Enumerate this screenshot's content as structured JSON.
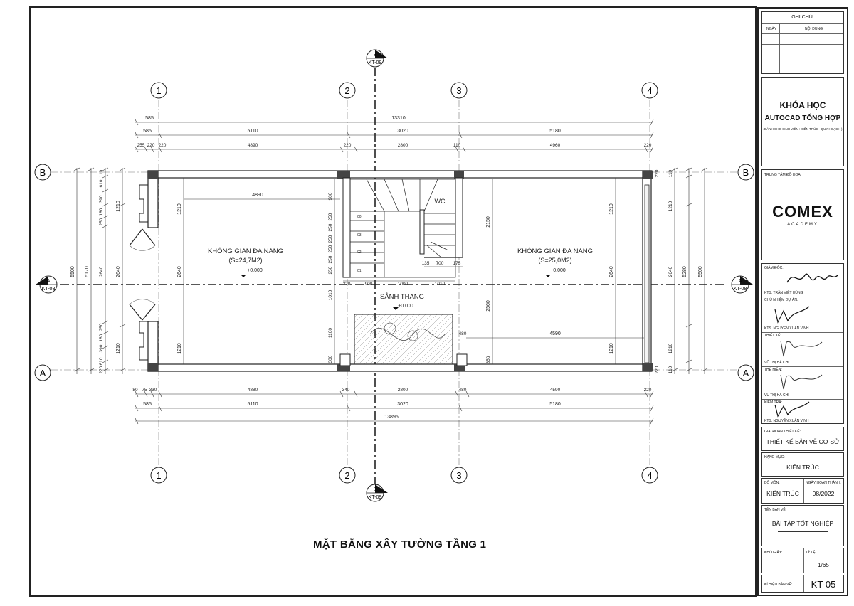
{
  "drawing": {
    "title": "MẶT BẰNG XÂY TƯỜNG TẦNG 1",
    "grid_cols": [
      "1",
      "2",
      "3",
      "4"
    ],
    "grid_rows": [
      "B",
      "A"
    ],
    "section_b": {
      "letter": "B",
      "sheet": "KT-09"
    },
    "section_a": {
      "letter": "A",
      "sheet": "KT-08"
    },
    "dims_top": {
      "overall": "13310",
      "left_offset": "585",
      "row2": [
        "585",
        "5110",
        "3020",
        "5180"
      ],
      "row3": [
        "255",
        "220",
        "220",
        "4890",
        "220",
        "2800",
        "110",
        "4960",
        "220"
      ]
    },
    "dims_bottom": {
      "row1": [
        "80",
        "75",
        "330",
        "4880",
        "340",
        "2800",
        "480",
        "4590",
        "220"
      ],
      "row2": [
        "585",
        "5110",
        "3020",
        "5180"
      ],
      "overall": "13895"
    },
    "dims_left": {
      "outer": "5500",
      "mid": "5170",
      "col1": [
        "110",
        "610",
        "390",
        "180",
        "250",
        "2640",
        "250",
        "180",
        "390",
        "610",
        "220"
      ],
      "col2": [
        "1210",
        "2640",
        "1210"
      ]
    },
    "dims_right": {
      "outer": "5500",
      "mid": "5280",
      "col1": [
        "110",
        "1210",
        "2640",
        "1210",
        "110"
      ],
      "col2": [
        "220",
        "220"
      ]
    },
    "inner_dims": {
      "room1_width": "4890",
      "room1_h1": "1210",
      "room1_h2": "2640",
      "room1_h3": "1210",
      "stair_left": [
        "900",
        "250",
        "250",
        "250",
        "250",
        "250",
        "250"
      ],
      "stair_below": [
        "1010",
        "1100",
        "300"
      ],
      "stair_bottom": [
        "220",
        "900",
        "1000",
        "1010"
      ],
      "wc_dims": [
        "135",
        "700",
        "175"
      ],
      "wc_h": "2150",
      "lobby_h": "2560",
      "lobby_h2": "350",
      "room2_h": [
        "1210",
        "2640",
        "1210"
      ],
      "room2_w": "4590",
      "room2_off": "480",
      "steps": [
        "03",
        "02",
        "01",
        "00"
      ]
    },
    "rooms": [
      {
        "name": "KHÔNG GIAN ĐA NĂNG",
        "area": "(S=24,7M2)",
        "level": "+0.000"
      },
      {
        "name": "KHÔNG GIAN ĐA NĂNG",
        "area": "(S=25,0M2)",
        "level": "+0.000"
      },
      {
        "name": "SẢNH THANG",
        "area": "",
        "level": "+0.000"
      },
      {
        "name": "WC",
        "area": "",
        "level": ""
      }
    ]
  },
  "titleblock": {
    "notes_title": "GHI CHÚ:",
    "notes_col1": "NGÀY",
    "notes_col2": "NỘI DUNG",
    "course_line1": "KHÓA HỌC",
    "course_line2": "AUTOCAD TỔNG HỢP",
    "course_line3": "(DÀNH CHO SINH VIÊN : KIẾN TRÚC - QUY HOẠCH )",
    "center_label": "TRUNG TÂM ĐỒ HỌA:",
    "logo_main": "COMEX",
    "logo_sub": "ACADEMY",
    "director_label": "GIÁM ĐỐC:",
    "director_name": "KTS. TRẦN VIỆT HÙNG",
    "pm_label": "CHỦ NHIỆM DỰ ÁN:",
    "pm_name": "KTS. NGUYỄN XUÂN VINH",
    "design_label": "THIẾT KẾ:",
    "design_name": "VŨ THỊ HÀ CHI",
    "draw_label": "THỂ HIỆN:",
    "draw_name": "VŨ THỊ HÀ CHI",
    "check_label": "KIỂM TRA:",
    "check_name": "KTS. NGUYỄN XUÂN VINH",
    "stage_label": "GIAI ĐOẠN THIẾT KẾ:",
    "stage_value": "THIẾT KẾ BẢN VẼ CƠ SỞ",
    "item_label": "HẠNG MỤC:",
    "item_value": "KIẾN TRÚC",
    "dept_label": "BỘ MÔN:",
    "dept_value": "KIẾN TRÚC",
    "date_label": "NGÀY HOÀN THÀNH:",
    "date_value": "08/2022",
    "sheetname_label": "TÊN BẢN VẼ:",
    "sheetname_value": "BÀI TẬP TỐT NGHIỆP",
    "size_label": "KHỔ GIẤY:",
    "scale_label": "TỶ LỆ:",
    "scale_value": "1/65",
    "code_label": "KÍ HIỆU BẢN VẼ:",
    "code_value": "KT-05"
  }
}
